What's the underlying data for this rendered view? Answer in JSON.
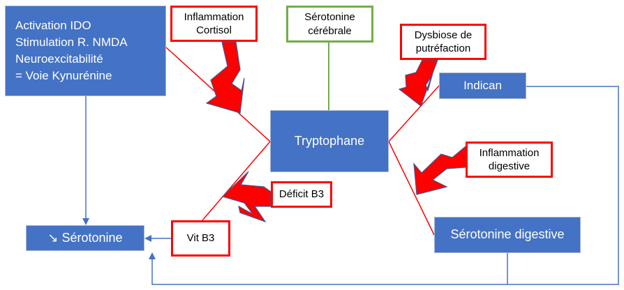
{
  "colors": {
    "node_fill": "#4472C4",
    "node_text": "#FFFFFF",
    "factor_border": "#FF0000",
    "brain_border": "#70AD47",
    "connector_blue": "#4472C4",
    "connector_red": "#FF0000",
    "connector_green": "#70AD47",
    "lightning_fill": "#FF0000",
    "lightning_stroke": "#44548A"
  },
  "nodes": {
    "kynurenine": {
      "lines": [
        "Activation IDO",
        "Stimulation R. NMDA",
        "Neuroexcitabilité",
        "= Voie Kynurénine"
      ]
    },
    "inflammation_cortisol": {
      "lines": [
        "Inflammation",
        "Cortisol"
      ]
    },
    "serotonine_cerebrale": {
      "lines": [
        "Sérotonine",
        "cérébrale"
      ]
    },
    "dysbiose": {
      "lines": [
        "Dysbiose de",
        "putréfaction"
      ]
    },
    "indican": {
      "label": "Indican"
    },
    "tryptophane": {
      "label": "Tryptophane"
    },
    "inflammation_digestive": {
      "lines": [
        "Inflammation",
        "digestive"
      ]
    },
    "deficit_b3": {
      "label": "Déficit B3"
    },
    "vit_b3": {
      "label": "Vit B3"
    },
    "serotonine_low": {
      "label": "↘ Sérotonine"
    },
    "serotonine_digestive": {
      "label": "Sérotonine digestive"
    }
  },
  "edges": [
    {
      "from": "tryptophane",
      "to": "kynurenine",
      "color": "red"
    },
    {
      "from": "tryptophane",
      "to": "serotonine_cerebrale",
      "color": "green"
    },
    {
      "from": "tryptophane",
      "to": "indican",
      "color": "red"
    },
    {
      "from": "tryptophane",
      "to": "vit_b3",
      "color": "red"
    },
    {
      "from": "tryptophane",
      "to": "serotonine_digestive",
      "color": "red"
    },
    {
      "from": "kynurenine",
      "to": "serotonine_low",
      "color": "blue",
      "arrow": true
    },
    {
      "from": "vit_b3",
      "to": "serotonine_low",
      "color": "blue",
      "arrow": true
    },
    {
      "from": "indican",
      "to": "serotonine_low",
      "color": "blue",
      "arrow": true
    },
    {
      "from": "serotonine_digestive",
      "to": "serotonine_low",
      "color": "blue",
      "arrow": true
    }
  ],
  "lightning_arrows": [
    {
      "from": "inflammation_cortisol",
      "target": "kynurenine-edge"
    },
    {
      "from": "dysbiose",
      "target": "indican-edge"
    },
    {
      "from": "inflammation_digestive",
      "target": "serotonine-digestive-edge"
    },
    {
      "from": "deficit_b3",
      "target": "vit-b3-edge"
    }
  ]
}
